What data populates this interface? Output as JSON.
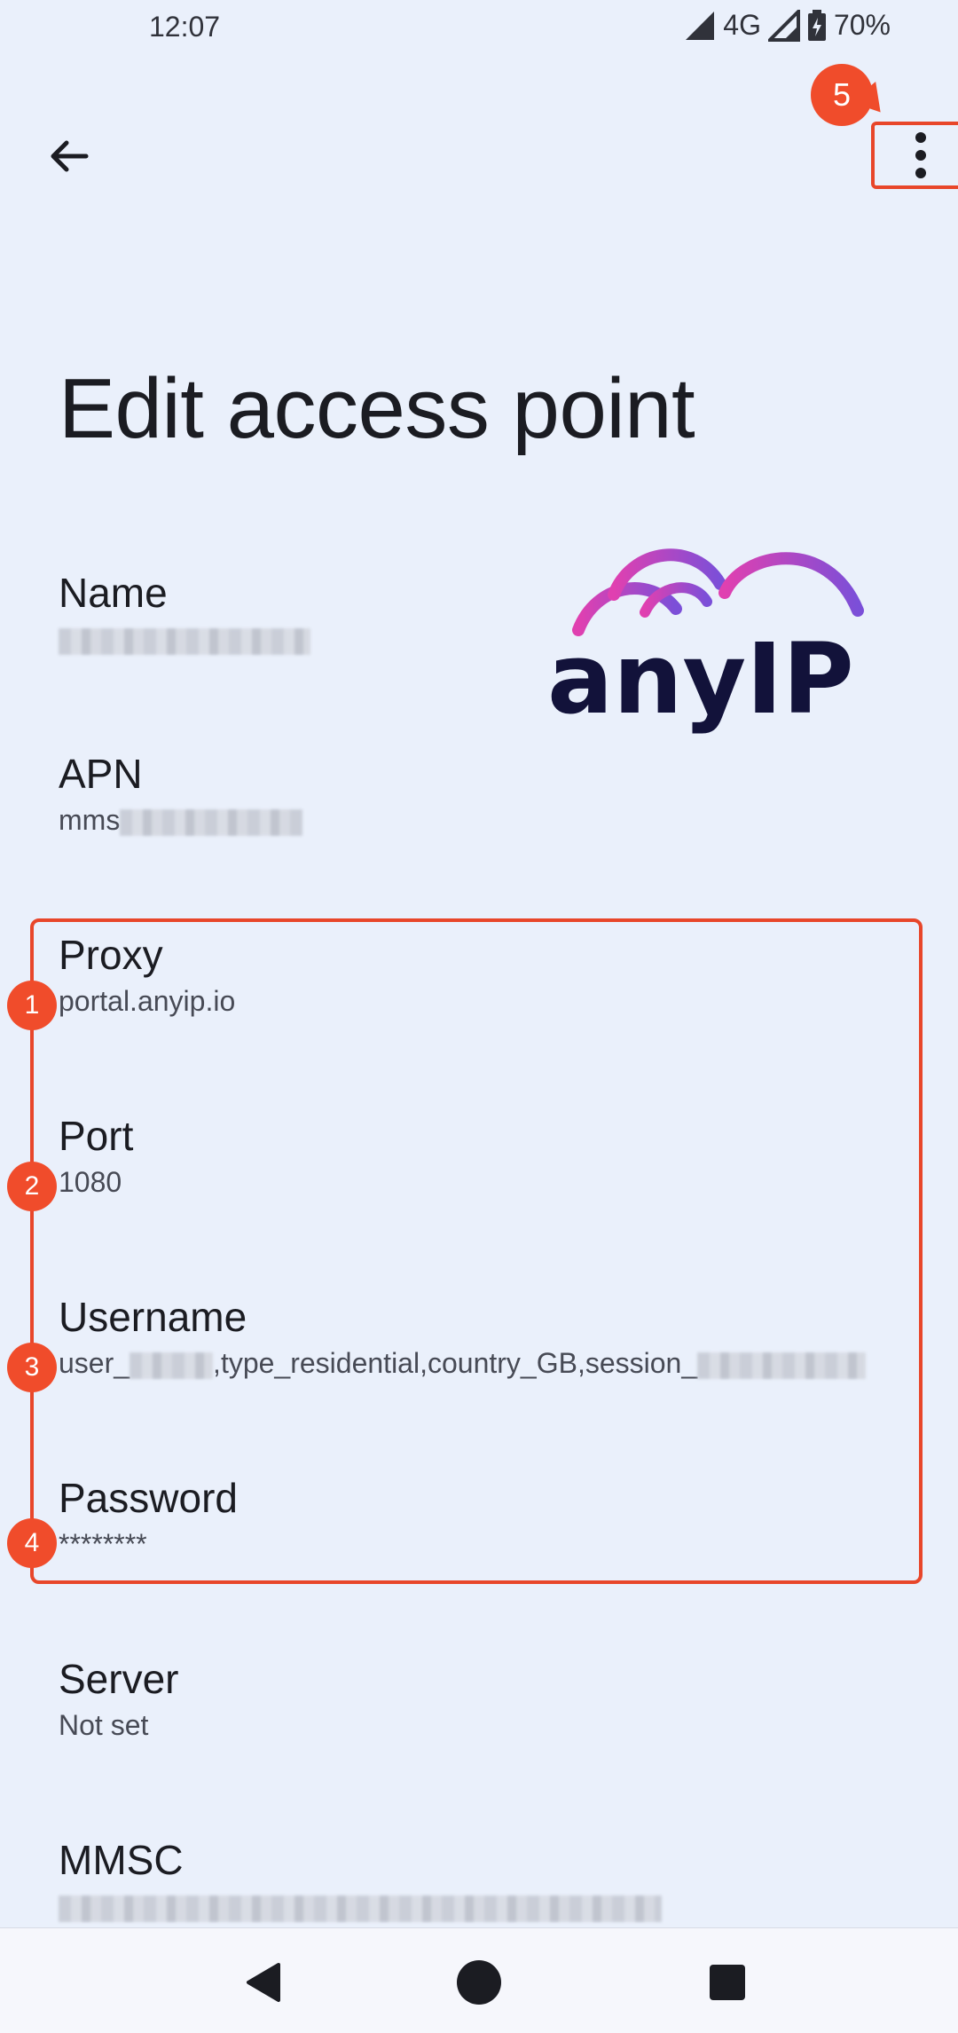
{
  "status_bar": {
    "time": "12:07",
    "network": "4G",
    "battery": "70%"
  },
  "toolbar": {
    "back_icon": "arrow-left-icon",
    "more_icon": "more-vert-icon",
    "annotation": "5"
  },
  "title": "Edit access point",
  "logo": {
    "text": "anyIP",
    "colors": {
      "text": "#12123a",
      "arc_pink": "#e040b0",
      "arc_purple": "#7b4fd8"
    }
  },
  "preferences": [
    {
      "label": "Name",
      "value": "",
      "blurred": true
    },
    {
      "label": "APN",
      "value_prefix": "mms",
      "blurred": true
    },
    {
      "label": "Proxy",
      "value": "portal.anyip.io",
      "marker": "1"
    },
    {
      "label": "Port",
      "value": "1080",
      "marker": "2"
    },
    {
      "label": "Username",
      "value_prefix": "user_",
      "value_middle": ",type_residential,country_GB,session_",
      "marker": "3",
      "blurred": true
    },
    {
      "label": "Password",
      "value": "********",
      "marker": "4"
    },
    {
      "label": "Server",
      "value": "Not set"
    },
    {
      "label": "MMSC",
      "blurred": true
    }
  ],
  "nav_bar": {
    "back_icon": "nav-back-icon",
    "home_icon": "nav-home-icon",
    "recents_icon": "nav-recents-icon"
  },
  "colors": {
    "background": "#eaf0fb",
    "annotation": "#f04c2b"
  }
}
